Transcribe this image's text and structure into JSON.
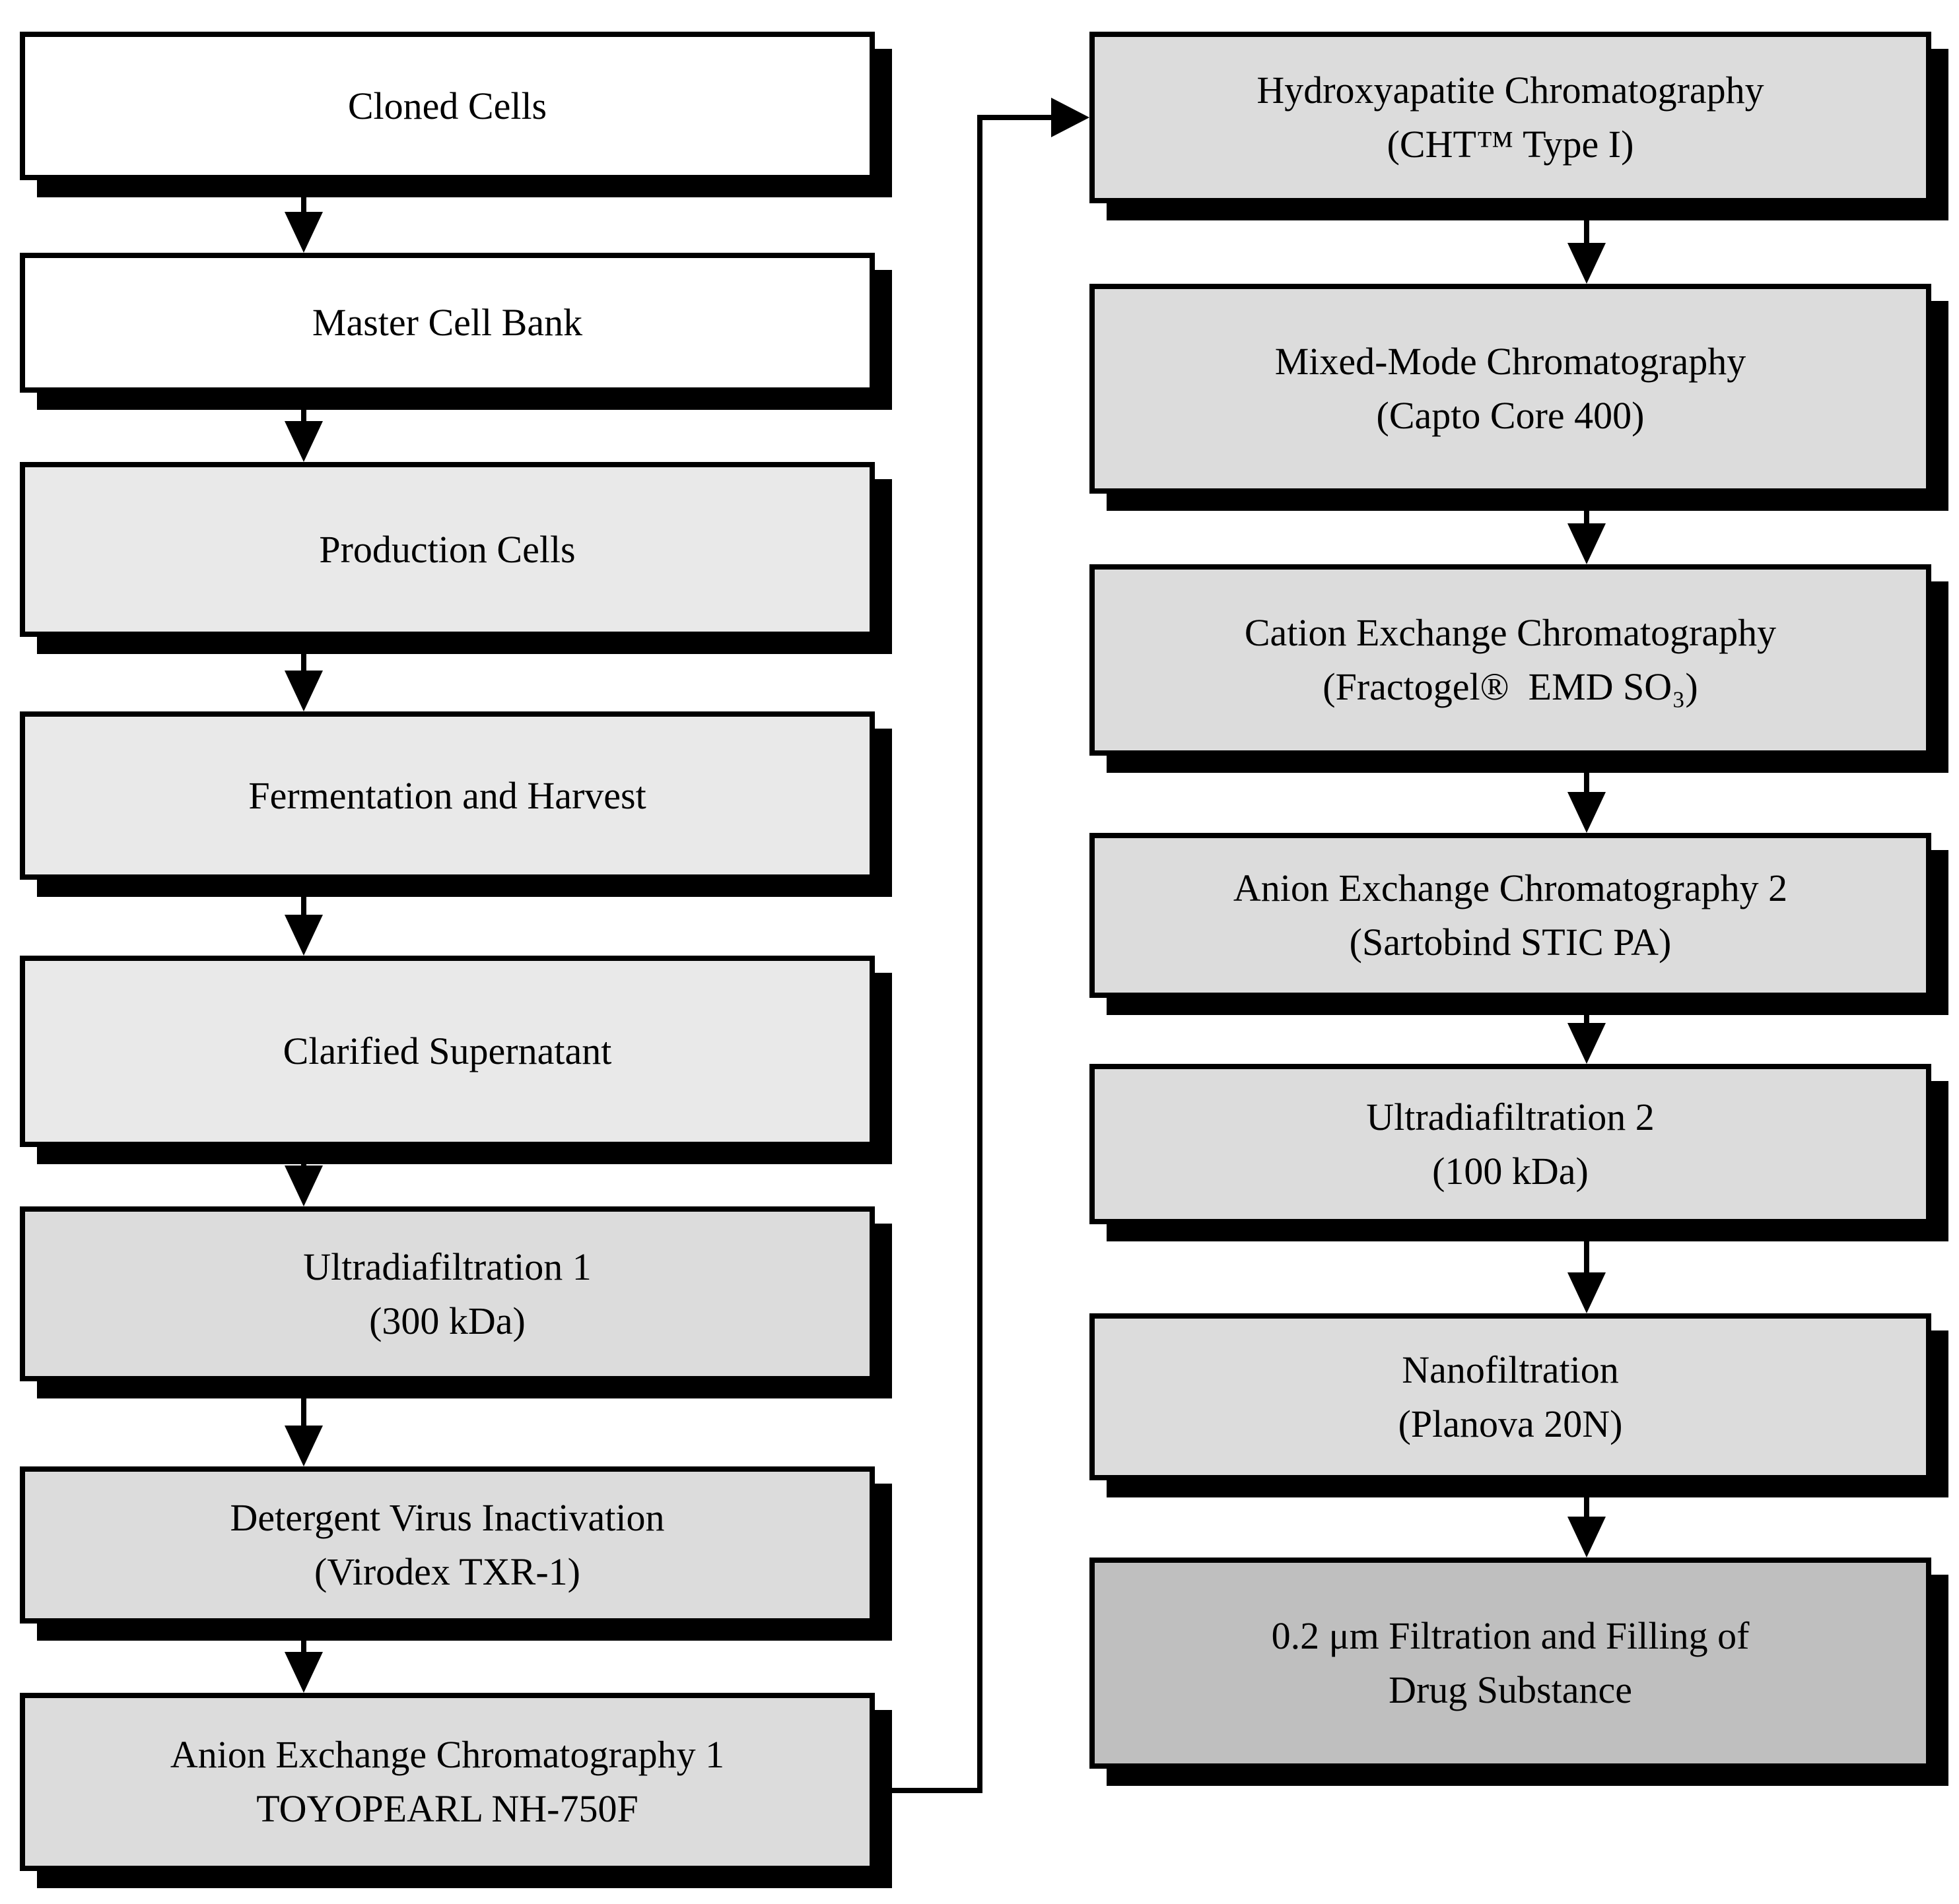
{
  "diagram_type": "process-flowchart",
  "left_boxes": [
    {
      "id": "cloned-cells",
      "lines": [
        "Cloned Cells"
      ],
      "fill": "#ffffff"
    },
    {
      "id": "master-cell-bank",
      "lines": [
        "Master Cell Bank"
      ],
      "fill": "#ffffff"
    },
    {
      "id": "production-cells",
      "lines": [
        "Production Cells"
      ],
      "fill": "#e9e9e9"
    },
    {
      "id": "fermentation-and-harvest",
      "lines": [
        "Fermentation and Harvest"
      ],
      "fill": "#e9e9e9"
    },
    {
      "id": "clarified-supernatant",
      "lines": [
        "Clarified Supernatant"
      ],
      "fill": "#e9e9e9"
    },
    {
      "id": "ultradiafiltration-1",
      "lines": [
        "Ultradiafiltration 1",
        "(300 kDa)"
      ],
      "fill": "#dcdcdc"
    },
    {
      "id": "detergent-virus-inactivation",
      "lines": [
        "Detergent Virus Inactivation",
        "(Virodex TXR-1)"
      ],
      "fill": "#dcdcdc"
    },
    {
      "id": "anion-exchange-chromatography-1",
      "lines": [
        "Anion Exchange Chromatography 1",
        "TOYOPEARL NH-750F"
      ],
      "fill": "#dcdcdc"
    }
  ],
  "right_boxes": [
    {
      "id": "hydroxyapatite-chromatography",
      "lines": [
        "Hydroxyapatite Chromatography",
        "(CHT™ Type I)"
      ],
      "fill": "#dcdcdc"
    },
    {
      "id": "mixed-mode-chromatography",
      "lines": [
        "Mixed-Mode Chromatography",
        "(Capto Core 400)"
      ],
      "fill": "#dcdcdc"
    },
    {
      "id": "cation-exchange-chromatography",
      "lines": [
        "Cation Exchange Chromatography",
        "(Fractogel®  EMD SO₃)"
      ],
      "fill": "#dcdcdc"
    },
    {
      "id": "anion-exchange-chromatography-2",
      "lines": [
        "Anion Exchange Chromatography 2",
        "(Sartobind STIC PA)"
      ],
      "fill": "#dcdcdc"
    },
    {
      "id": "ultradiafiltration-2",
      "lines": [
        "Ultradiafiltration 2",
        "(100 kDa)"
      ],
      "fill": "#dcdcdc"
    },
    {
      "id": "nanofiltration",
      "lines": [
        "Nanofiltration",
        "(Planova 20N)"
      ],
      "fill": "#dcdcdc"
    },
    {
      "id": "filtration-and-filling",
      "lines": [
        "0.2 μm Filtration and Filling of",
        "Drug Substance"
      ],
      "fill": "#bfbfbf"
    }
  ],
  "colors": {
    "background": "#ffffff",
    "box_border": "#000000",
    "box_shadow": "#000000",
    "arrow": "#000000",
    "text": "#000000"
  }
}
